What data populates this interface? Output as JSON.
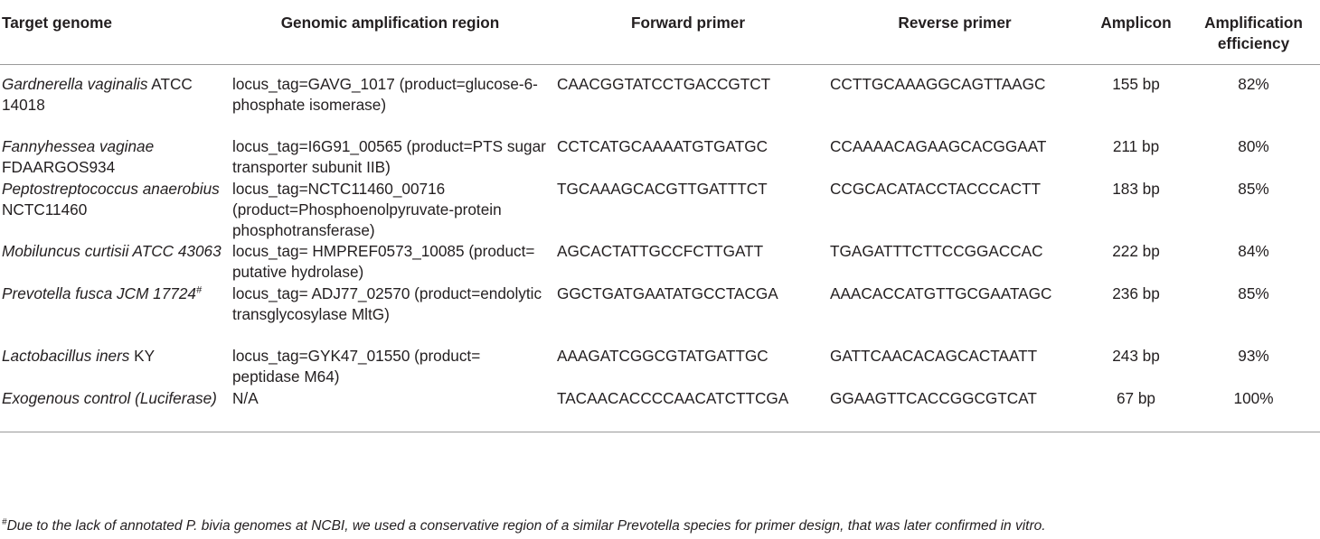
{
  "table": {
    "headers": [
      "Target genome",
      "Genomic amplification region",
      "Forward primer",
      "Reverse primer",
      "Amplicon",
      "Amplification efficiency"
    ],
    "rows": [
      {
        "genome_italic": "Gardnerella vaginalis",
        "genome_rest": " ATCC 14018",
        "region": "locus_tag=GAVG_1017 (product=glucose-6-phosphate isomerase)",
        "forward": "CAACGGTATCCTGACCGTCT",
        "reverse": "CCTTGCAAAGGCAGTTAAGC",
        "amplicon": "155 bp",
        "efficiency": "82%"
      },
      {
        "genome_italic": "Fannyhessea vaginae",
        "genome_rest": " FDAARGOS934",
        "region": "locus_tag=I6G91_00565 (product=PTS sugar transporter subunit IIB)",
        "forward": "CCTCATGCAAAATGTGATGC",
        "reverse": "CCAAAACAGAAGCACGGAAT",
        "amplicon": "211 bp",
        "efficiency": "80%"
      },
      {
        "genome_italic": "Peptostreptococcus anaerobius",
        "genome_rest": " NCTC11460",
        "region": "locus_tag=NCTC11460_00716 (product=Phosphoenolpyruvate-protein phosphotransferase)",
        "forward": "TGCAAAGCACGTTGATTTCT",
        "reverse": "CCGCACATACCTACCCACTT",
        "amplicon": "183 bp",
        "efficiency": "85%"
      },
      {
        "genome_italic": "Mobiluncus curtisii ATCC 43063",
        "genome_rest": "",
        "region": "locus_tag= HMPREF0573_10085 (product= putative hydrolase)",
        "forward": "AGCACTATTGCCFCTTGATT",
        "reverse": "TGAGATTTCTTCCGGACCAC",
        "amplicon": "222 bp",
        "efficiency": "84%"
      },
      {
        "genome_italic": "Prevotella fusca JCM 17724",
        "genome_rest": "",
        "genome_sup": "#",
        "region": "locus_tag= ADJ77_02570 (product=endolytic transglycosylase MltG)",
        "forward": "GGCTGATGAATATGCCTACGA",
        "reverse": "AAACACCATGTTGCGAATAGC",
        "amplicon": "236 bp",
        "efficiency": "85%"
      },
      {
        "genome_italic": "Lactobacillus iners",
        "genome_rest": " KY",
        "region": "locus_tag=GYK47_01550 (product= peptidase M64)",
        "forward": "AAAGATCGGCGTATGATTGC",
        "reverse": "GATTCAACACAGCACTAATT",
        "amplicon": "243 bp",
        "efficiency": "93%"
      },
      {
        "genome_italic": "Exogenous control (Luciferase)",
        "genome_rest": "",
        "region": "N/A",
        "forward": "TACAACACCCCAACATCTTCGA",
        "reverse": "GGAAGTTCACCGGCGTCAT",
        "amplicon": "67 bp",
        "efficiency": "100%"
      }
    ]
  },
  "footnote": {
    "mark": "#",
    "text": "Due to the lack of annotated P. bivia genomes at NCBI, we used a conservative region of a similar Prevotella species for primer design, that was later confirmed in vitro."
  }
}
